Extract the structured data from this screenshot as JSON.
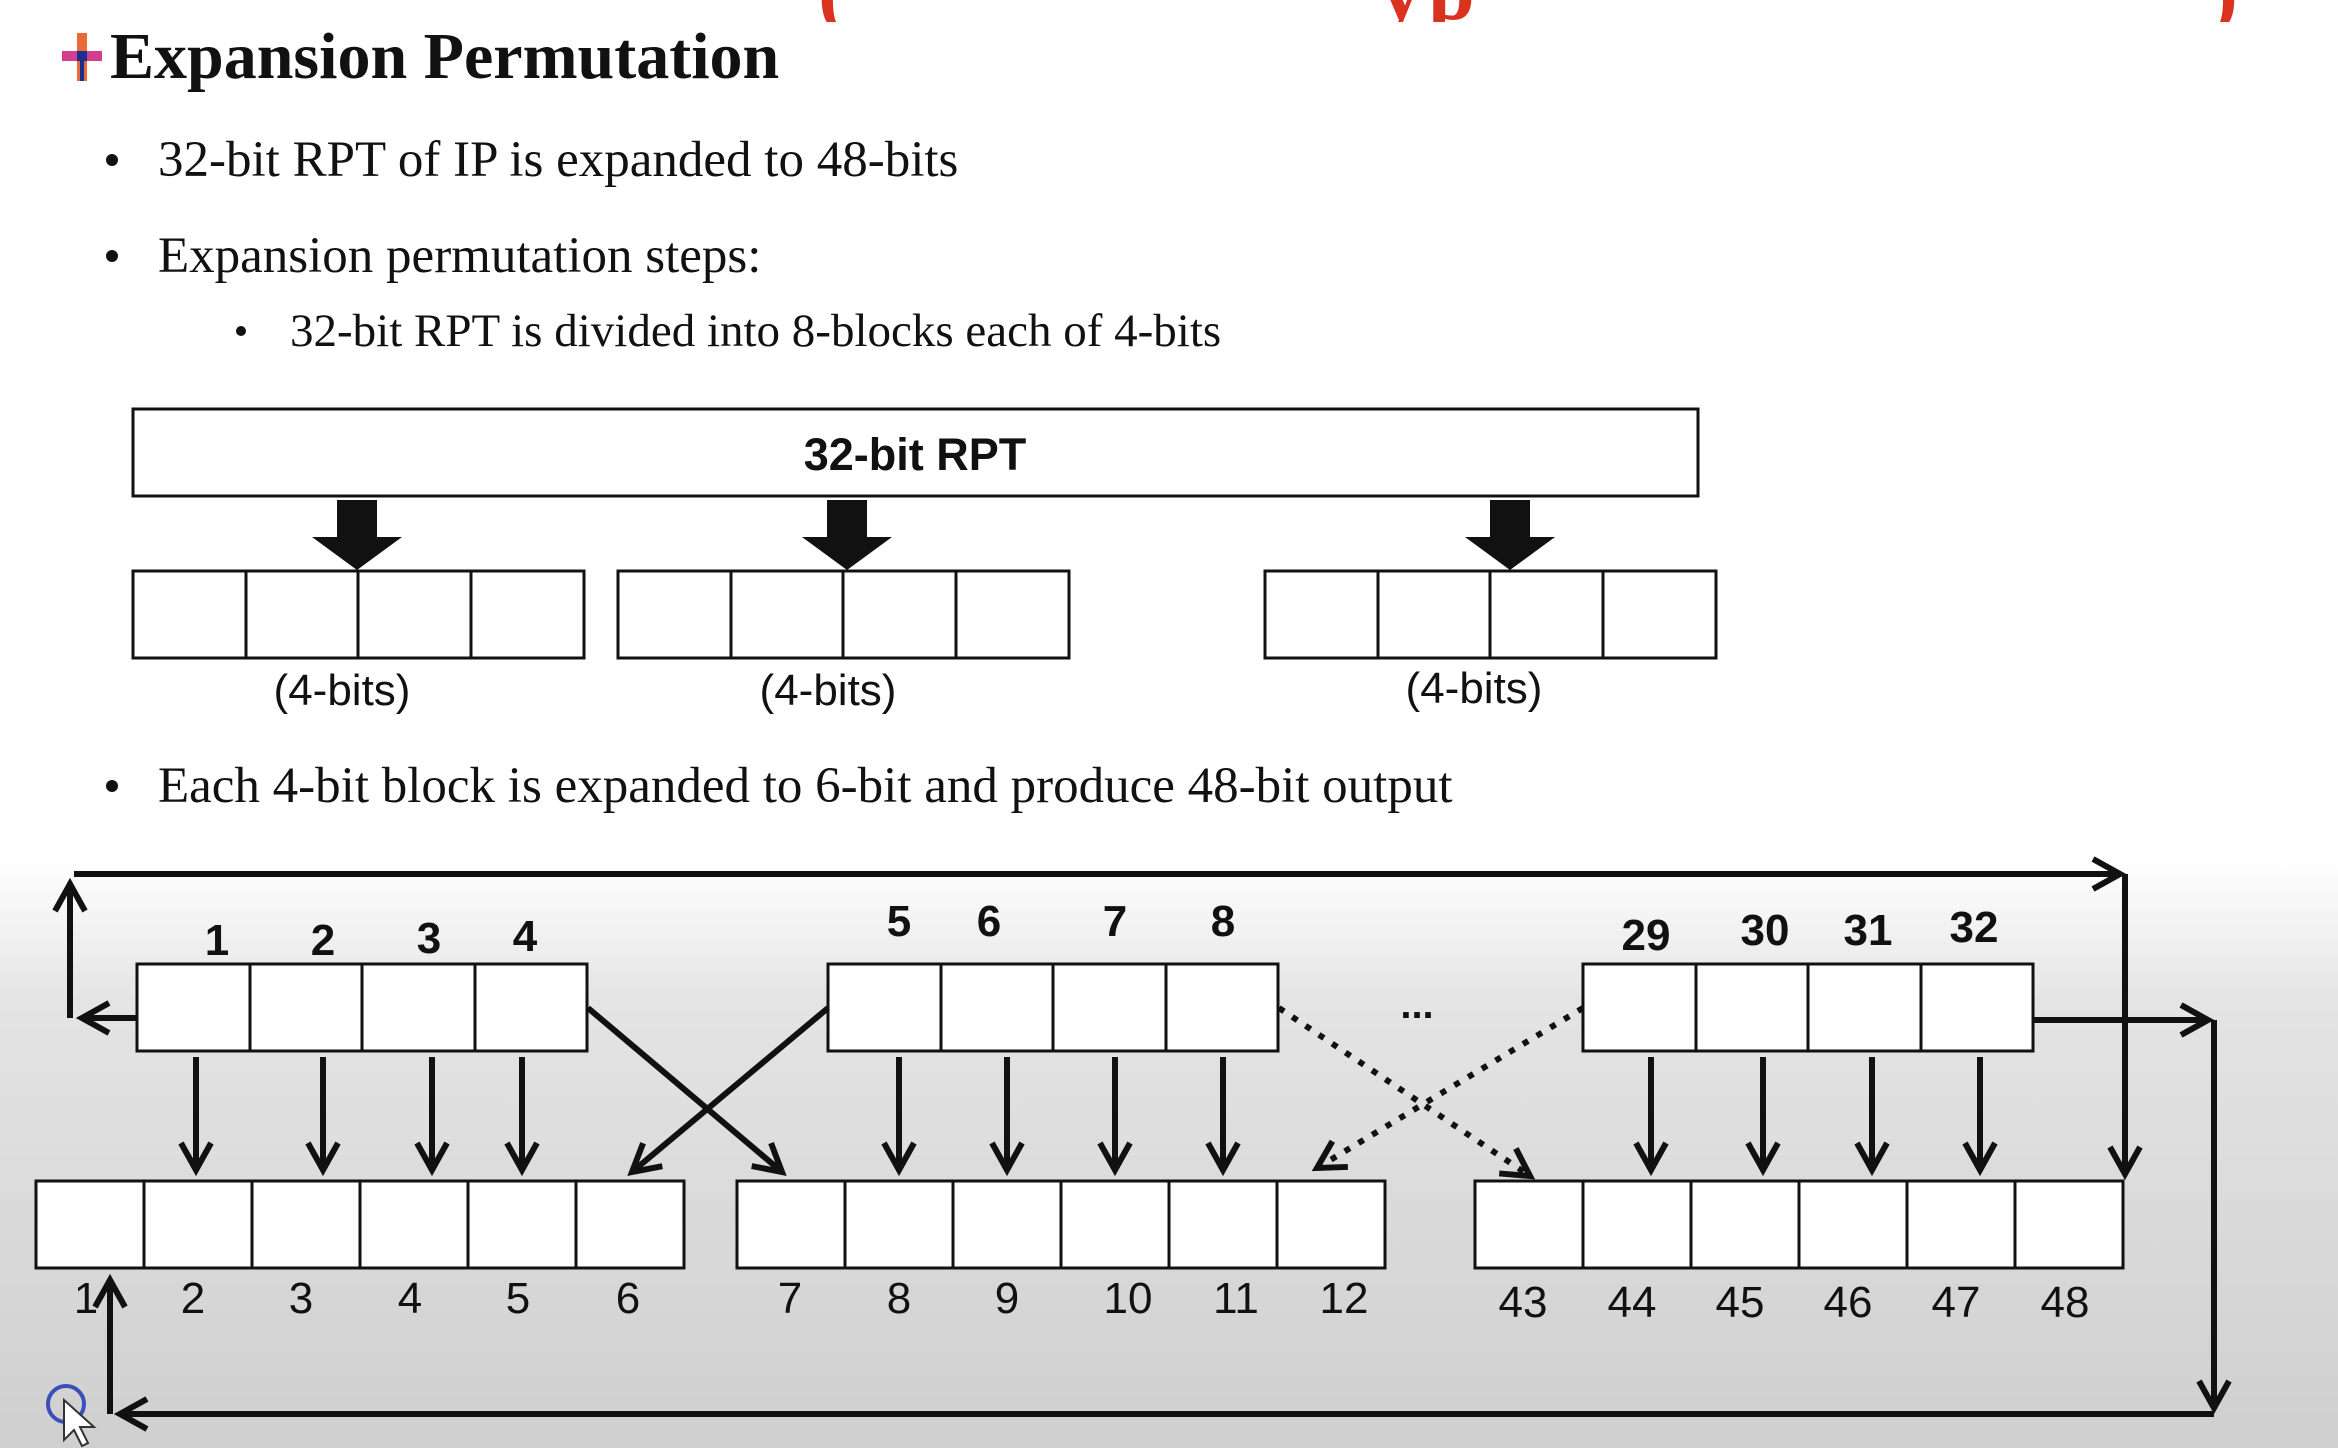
{
  "slide": {
    "title_partial": {
      "left_paren": "(",
      "middle_fragment": "yp",
      "right_paren": ")"
    },
    "heading": "Expansion Permutation",
    "bullets": [
      "32-bit RPT of IP is expanded to 48-bits",
      "Expansion permutation steps:"
    ],
    "sub_bullet": "32-bit RPT is divided into 8-blocks each of 4-bits",
    "bullet3": "Each 4-bit block is expanded to 6-bit and produce 48-bit output"
  },
  "diagram_top": {
    "rpt_label": "32-bit RPT",
    "block_labels": [
      "(4-bits)",
      "(4-bits)",
      "(4-bits)"
    ]
  },
  "diagram_bottom": {
    "input_groups": [
      [
        "1",
        "2",
        "3",
        "4"
      ],
      [
        "5",
        "6",
        "7",
        "8"
      ],
      [
        "29",
        "30",
        "31",
        "32"
      ]
    ],
    "ellipsis": "...",
    "output_groups": [
      [
        "1",
        "2",
        "3",
        "4",
        "5",
        "6"
      ],
      [
        "7",
        "8",
        "9",
        "10",
        "11",
        "12"
      ],
      [
        "43",
        "44",
        "45",
        "46",
        "47",
        "48"
      ]
    ]
  },
  "colors": {
    "title_red": "#d9321f",
    "ink": "#111111"
  },
  "icons": [
    "cross-icon",
    "mouse-pointer-icon"
  ]
}
